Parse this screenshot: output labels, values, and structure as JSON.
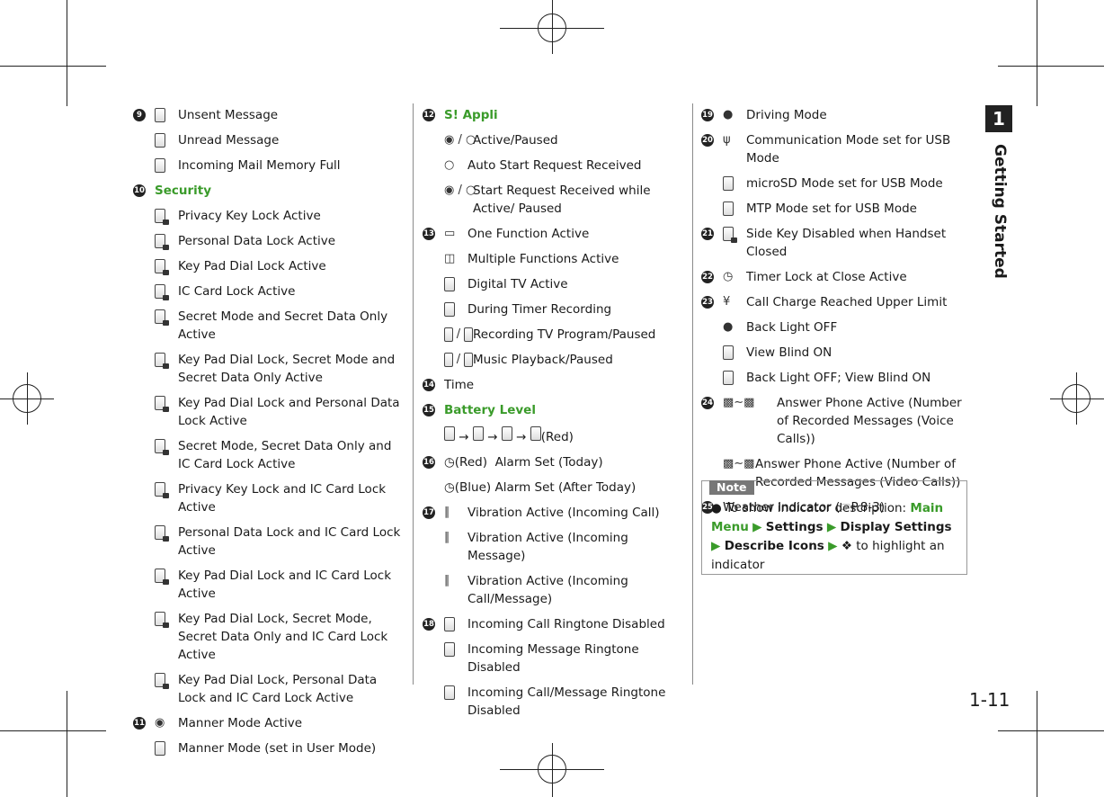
{
  "chapter": {
    "number": "1",
    "title": "Getting Started"
  },
  "page_number": "1-11",
  "col1": {
    "s9": {
      "num": "9",
      "items": [
        "Unsent Message",
        "Unread Message",
        "Incoming Mail Memory Full"
      ]
    },
    "s10": {
      "num": "10",
      "heading": "Security",
      "items": [
        "Privacy Key Lock Active",
        "Personal Data Lock Active",
        "Key Pad Dial Lock Active",
        "IC Card Lock Active",
        "Secret Mode and Secret Data Only Active",
        "Key Pad Dial Lock, Secret Mode and Secret Data Only Active",
        "Key Pad Dial Lock and Personal Data Lock Active",
        "Secret Mode, Secret Data Only and IC Card Lock Active",
        "Privacy Key Lock and IC Card Lock Active",
        "Personal Data Lock and IC Card Lock Active",
        "Key Pad Dial Lock and IC Card Lock Active",
        "Key Pad Dial Lock, Secret Mode, Secret Data Only and IC Card Lock Active",
        "Key Pad Dial Lock, Personal Data Lock and IC Card Lock Active"
      ]
    },
    "s11": {
      "num": "11",
      "items": [
        "Manner Mode Active",
        "Manner Mode (set in User Mode)"
      ]
    }
  },
  "col2": {
    "s12": {
      "num": "12",
      "heading": "S! Appli",
      "slash": "/",
      "items": [
        "Active/Paused",
        "Auto Start Request Received",
        "Start Request Received while Active/ Paused"
      ]
    },
    "s13": {
      "num": "13",
      "slash": "/",
      "items": [
        "One Function Active",
        "Multiple Functions Active",
        "Digital TV Active",
        "During Timer Recording",
        "Recording TV Program/Paused",
        "Music Playback/Paused"
      ]
    },
    "s14": {
      "num": "14",
      "label": "Time"
    },
    "s15": {
      "num": "15",
      "heading": "Battery Level",
      "red": "(Red)"
    },
    "s16": {
      "num": "16",
      "items": [
        {
          "tag": "(Red)",
          "label": "Alarm Set (Today)"
        },
        {
          "tag": "(Blue)",
          "label": "Alarm Set (After Today)"
        }
      ]
    },
    "s17": {
      "num": "17",
      "items": [
        "Vibration Active (Incoming Call)",
        "Vibration Active (Incoming Message)",
        "Vibration Active (Incoming Call/Message)"
      ]
    },
    "s18": {
      "num": "18",
      "items": [
        "Incoming Call Ringtone Disabled",
        "Incoming Message Ringtone Disabled",
        "Incoming Call/Message Ringtone Disabled"
      ]
    }
  },
  "col3": {
    "s19": {
      "num": "19",
      "label": "Driving Mode"
    },
    "s20": {
      "num": "20",
      "items": [
        "Communication Mode set for USB Mode",
        "microSD Mode set for USB Mode",
        "MTP Mode set for USB Mode"
      ]
    },
    "s21": {
      "num": "21",
      "label": "Side Key Disabled when Handset Closed"
    },
    "s22": {
      "num": "22",
      "label": "Timer Lock at Close Active"
    },
    "s23": {
      "num": "23",
      "items": [
        "Call Charge Reached Upper Limit",
        "Back Light OFF",
        "View Blind ON",
        "Back Light OFF; View Blind ON"
      ]
    },
    "s24": {
      "num": "24",
      "items": [
        "Answer Phone Active (Number of Recorded Messages (Voice Calls))",
        "Answer Phone Active (Number of Recorded Messages (Video Calls))"
      ]
    },
    "s25": {
      "num": "25",
      "label": "Weather Indicator (",
      "ref": "P.8-3)"
    }
  },
  "note": {
    "label": "Note",
    "text1": "To show indicator description: ",
    "main_menu": "Main Menu",
    "settings": "Settings",
    "display_settings": "Display Settings",
    "describe_icons": "Describe Icons",
    "text2": " to highlight an indicator"
  }
}
